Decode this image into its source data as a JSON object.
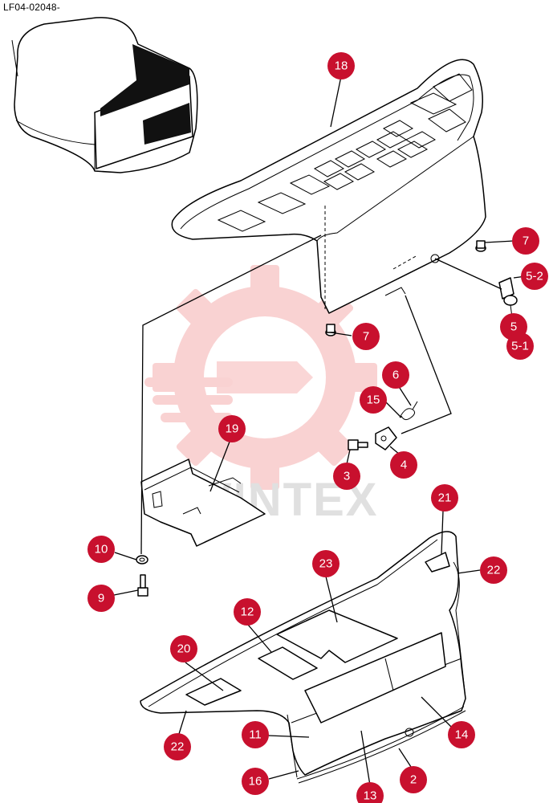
{
  "document": {
    "reference_code": "LF04-02048-"
  },
  "watermark": {
    "text": "VINTEX",
    "color": "#f4b4b4"
  },
  "callout_color": "#c8102e",
  "callouts": [
    {
      "label": "18"
    },
    {
      "label": "7"
    },
    {
      "label": "5-2"
    },
    {
      "label": "7"
    },
    {
      "label": "5"
    },
    {
      "label": "5-1"
    },
    {
      "label": "6"
    },
    {
      "label": "15"
    },
    {
      "label": "19"
    },
    {
      "label": "3"
    },
    {
      "label": "4"
    },
    {
      "label": "21"
    },
    {
      "label": "22"
    },
    {
      "label": "10"
    },
    {
      "label": "23"
    },
    {
      "label": "9"
    },
    {
      "label": "12"
    },
    {
      "label": "20"
    },
    {
      "label": "11"
    },
    {
      "label": "14"
    },
    {
      "label": "22"
    },
    {
      "label": "16"
    },
    {
      "label": "2"
    },
    {
      "label": "13"
    }
  ],
  "icons": {
    "seat_thumbnail": "seat-thumbnail-icon",
    "watermark_gear": "gear-watermark-icon"
  }
}
